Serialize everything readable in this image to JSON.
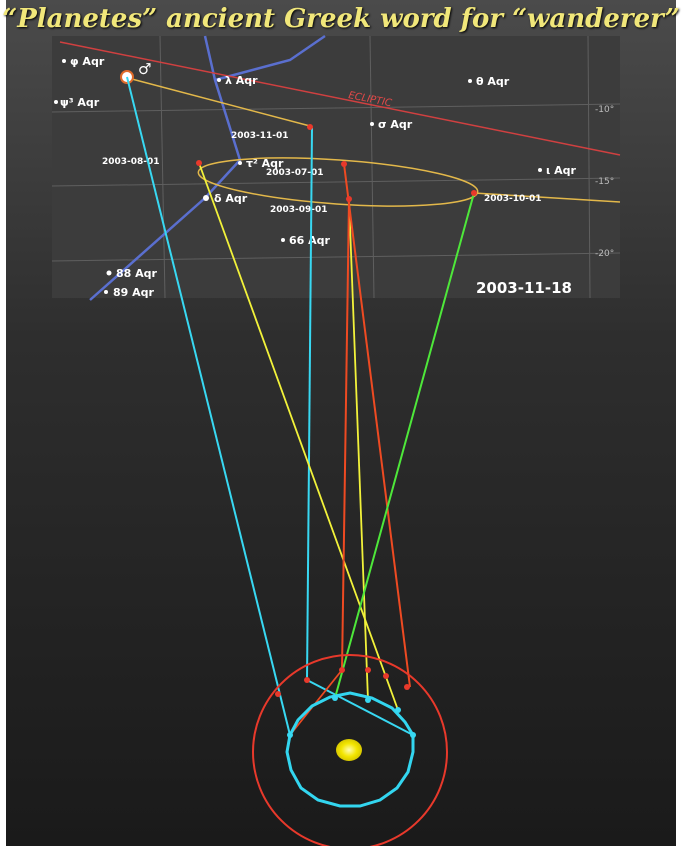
{
  "title": "“Planetes” ancient Greek word for “wanderer”",
  "sky_map": {
    "ecliptic_label": "ECLIPTIC",
    "date_stamp": "2003-11-18",
    "planet_symbol": "♂",
    "stars": [
      "φ Aqr",
      "λ Aqr",
      "θ Aqr",
      "ψ³ Aqr",
      "σ Aqr",
      "τ² Aqr",
      "ι Aqr",
      "δ Aqr",
      "66 Aqr",
      "88 Aqr",
      "89 Aqr"
    ],
    "declinations": [
      "-10°",
      "-15°",
      "-20°"
    ],
    "dates": [
      "2003-11-01",
      "2003-08-01",
      "2003-07-01",
      "2003-09-01",
      "2003-10-01"
    ]
  },
  "colors": {
    "title": "#f1e77a",
    "earth_orbit": "#33d6f0",
    "mars_orbit": "#e8392b",
    "ecliptic": "#d04040",
    "mars_path": "#e3b84a",
    "sun": "#f3e600",
    "line_cyan": "#38d8f2",
    "line_yellow": "#f2f23a",
    "line_red": "#ee4a22",
    "line_green": "#4ee83a"
  }
}
